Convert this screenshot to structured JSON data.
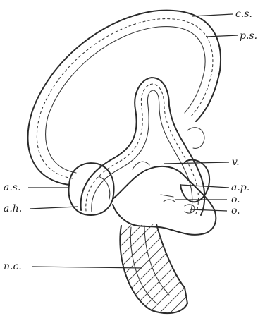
{
  "figure": {
    "labels": {
      "cs": "c.s.",
      "ps": "p.s.",
      "v": "v.",
      "as": "a.s.",
      "ap": "a.p.",
      "ah": "a.h.",
      "o1": "o.",
      "o2": "o.",
      "nc": "n.c."
    }
  }
}
